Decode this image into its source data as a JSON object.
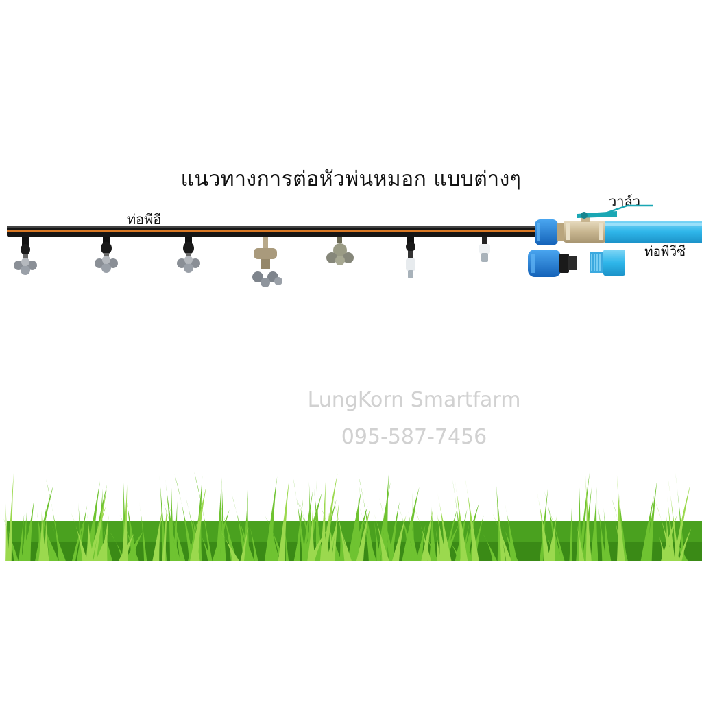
{
  "title": "แนวทางการต่อหัวพ่นหมอก แบบต่างๆ",
  "labels": {
    "pe_pipe": "ท่อพีอี",
    "valve": "วาล์ว",
    "pvc_pipe": "ท่อพีวีซี"
  },
  "watermark": {
    "brand": "LungKorn Smartfarm",
    "phone": "095-587-7456"
  },
  "colors": {
    "pipe": "#151515",
    "pipe_stripe": "#d97824",
    "pvc_blue": "#2fb6ea",
    "fitting_blue": "#1f7fd8",
    "grass": "#5fb72a"
  }
}
